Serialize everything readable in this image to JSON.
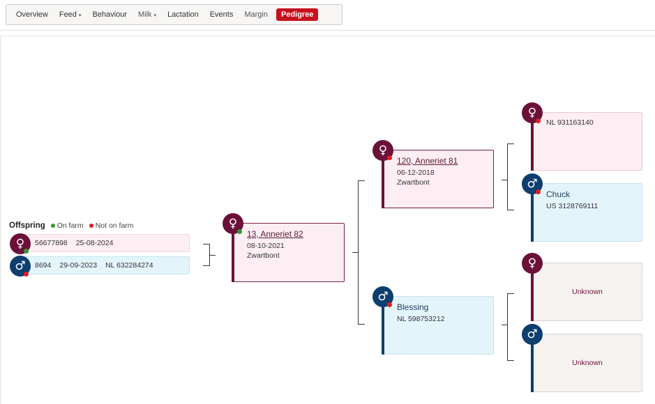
{
  "nav": {
    "tabs": [
      {
        "label": "Overview"
      },
      {
        "label": "Feed",
        "caret": "▾"
      },
      {
        "label": "Behaviour"
      },
      {
        "label": "Milk",
        "caret": "▾"
      },
      {
        "label": "Lactation"
      },
      {
        "label": "Events"
      },
      {
        "label": "Margin"
      },
      {
        "label": "Pedigree",
        "active": true
      }
    ]
  },
  "offspring": {
    "title": "Offspring",
    "legend": {
      "on_farm": "On farm",
      "not_on_farm": "Not on farm"
    },
    "rows": [
      {
        "sex": "female",
        "id": "56677898",
        "date": "25-08-2024",
        "extra": ""
      },
      {
        "sex": "male",
        "id": "8694",
        "date": "29-09-2023",
        "extra": "NL 632284274"
      }
    ]
  },
  "animal": {
    "name": "13, Anneriet 82",
    "date": "08-10-2021",
    "breed": "Zwartbont"
  },
  "dam": {
    "name": "120, Anneriet 81",
    "date": "06-12-2018",
    "breed": "Zwartbont"
  },
  "sire": {
    "name": "Blessing",
    "reg": "NL 598753212"
  },
  "dam_dam": {
    "reg": "NL 931163140"
  },
  "dam_sire": {
    "name": "Chuck",
    "reg": "US 3128769111"
  },
  "sire_dam": {
    "label": "Unknown"
  },
  "sire_sire": {
    "label": "Unknown"
  },
  "icons": {
    "female": "♀",
    "male": "♂"
  },
  "colors": {
    "female": "#6b1139",
    "male": "#0c3e6e",
    "active_tab": "#c8101f",
    "on_farm": "#2f9a2f",
    "not_on_farm": "#e31b23"
  }
}
